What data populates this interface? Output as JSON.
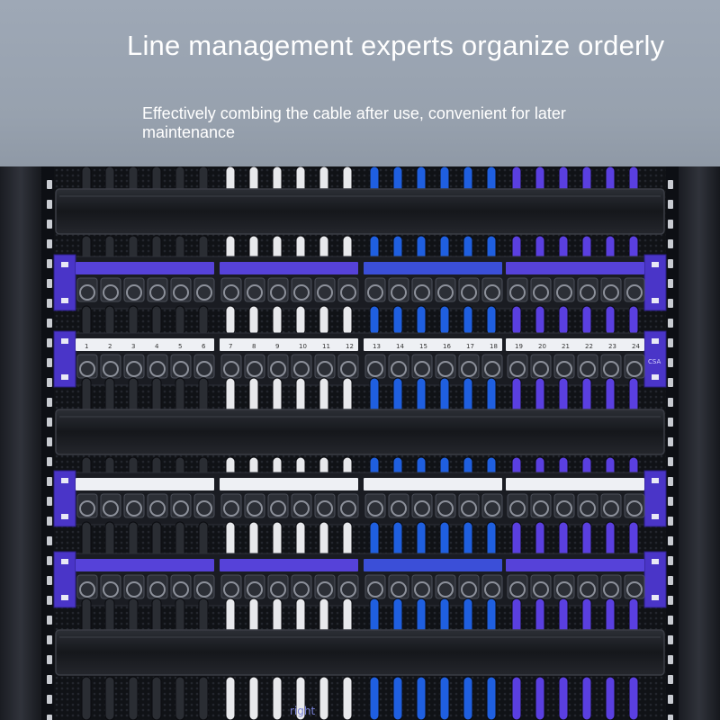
{
  "banner": {
    "headline": "Line management experts organize orderly",
    "subheadline": "Effectively combing the cable after use, convenient for later maintenance"
  },
  "panel_labels": {
    "row_a": [
      "1",
      "2",
      "3",
      "4",
      "5",
      "6",
      "7",
      "8",
      "9",
      "10",
      "11",
      "12",
      "13",
      "14",
      "15",
      "16",
      "17",
      "18",
      "19",
      "20",
      "21",
      "22",
      "23",
      "24"
    ]
  },
  "bracket_labels": {
    "right_mark": "CSA"
  },
  "watermark": "right",
  "colors": {
    "banner": "#9aa4b1",
    "rack_background": "#0d0f14",
    "cable_black": "#2a2d33",
    "cable_white": "#e8e9ec",
    "cable_blue": "#1f5fe0",
    "cable_purple": "#5a3fe0",
    "bracket_purple": "#4a35c8",
    "manager_bar": "#1b1d22"
  }
}
